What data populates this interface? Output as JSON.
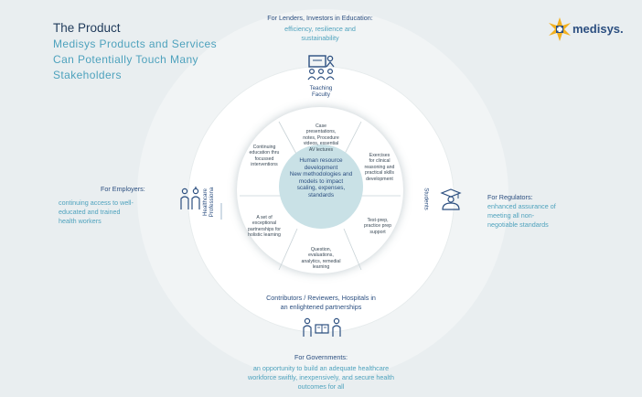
{
  "header": {
    "title": "The Product",
    "subtitle_lines": [
      "Medisys Products and Services",
      "Can Potentially Touch Many",
      "Stakeholders"
    ]
  },
  "logo": {
    "text": "medisys.",
    "icon": "star-logo-icon"
  },
  "stakeholders": {
    "lenders": {
      "heading": "For Lenders, Investors in Education:",
      "body_lines": [
        "efficiency, resilience and",
        "sustainability"
      ]
    },
    "employers": {
      "heading": "For Employers:",
      "body_lines": [
        "continuing access to well-",
        "educated and trained",
        "health workers"
      ]
    },
    "regulators": {
      "heading": "For Regulators:",
      "body_lines": [
        "enhanced assurance of",
        "meeting all non-",
        "negotiable standards"
      ]
    },
    "governments": {
      "heading": "For Governments:",
      "body_lines": [
        "an opportunity to build an adequate healthcare",
        "workforce swiftly, inexpensively, and secure health",
        "outcomes for all"
      ]
    },
    "contributors": {
      "lines": [
        "Contributors / Reviewers, Hospitals in",
        "an enlightened partnerships"
      ]
    }
  },
  "ring_labels": {
    "teaching_faculty": [
      "Teaching",
      "Faculty"
    ],
    "students": "Students",
    "healthcare_professionals": [
      "Healthcare",
      "Professiona"
    ]
  },
  "center": {
    "lines": [
      "Human resource",
      "development",
      "New methodologies and",
      "models to impact",
      "scaling, expenses,",
      "standards"
    ]
  },
  "segments": {
    "top": [
      "Case",
      "presentations,",
      "notes,  Procedure",
      "videos,  essential",
      "AV lectures"
    ],
    "top_right": [
      "Exercises",
      "for clinical",
      "reasoning and",
      "practical skills",
      "development"
    ],
    "bottom_right": [
      "Test-prep,",
      "practice prep",
      "support"
    ],
    "bottom": [
      "Question,",
      "evaluations,",
      "analytics, remedial",
      "learning"
    ],
    "bottom_left": [
      "A set of",
      "exceptional",
      "partnerships for",
      "holistic learning"
    ],
    "top_left": [
      "Continuing",
      "education thru",
      "focussed",
      "interventions"
    ]
  },
  "colors": {
    "navy": "#2c4f80",
    "teal": "#4ea2bd",
    "center_fill": "#c9e1e6",
    "background": "#e9eef0",
    "logo_star": "#f2b01e"
  }
}
